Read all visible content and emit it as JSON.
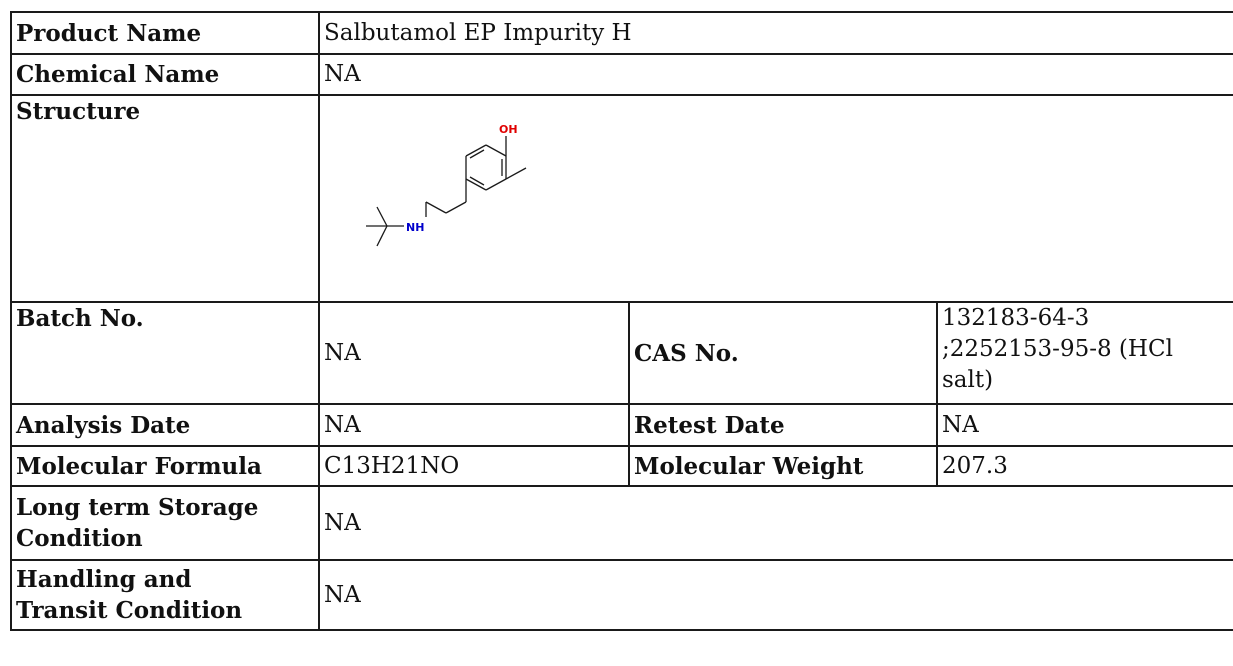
{
  "rows": {
    "product_name": {
      "label": "Product Name",
      "value": "Salbutamol EP Impurity H"
    },
    "chemical_name": {
      "label": "Chemical Name",
      "value": "NA"
    },
    "structure": {
      "label": "Structure",
      "oh_label": "OH",
      "nh_label": "NH"
    },
    "batch": {
      "label": "Batch No.",
      "value": "NA"
    },
    "cas": {
      "label": "CAS No.",
      "line1": "132183-64-3",
      "line2": ";2252153-95-8 (HCl",
      "line3": "salt)"
    },
    "analysis_date": {
      "label": "Analysis Date",
      "value": "NA"
    },
    "retest_date": {
      "label": "Retest Date",
      "value": "NA"
    },
    "molecular_formula": {
      "label": "Molecular Formula",
      "value": "C13H21NO"
    },
    "molecular_weight": {
      "label": "Molecular Weight",
      "value": "207.3"
    },
    "storage": {
      "label_line1": "Long term Storage",
      "label_line2": "Condition",
      "value": "NA"
    },
    "handling": {
      "label_line1": "Handling and",
      "label_line2": "Transit Condition",
      "value": "NA"
    }
  },
  "colors": {
    "border": "#1a1a1a",
    "oxygen": "#e00000",
    "nitrogen": "#0000cc"
  }
}
